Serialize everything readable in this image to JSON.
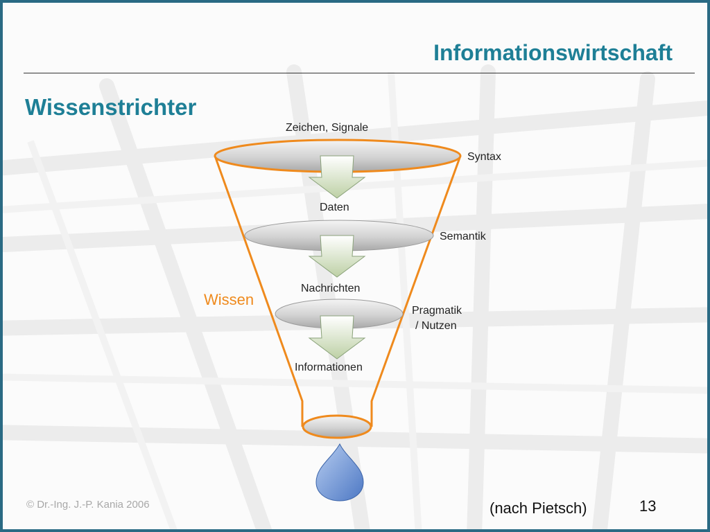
{
  "header": {
    "title": "Informationswirtschaft"
  },
  "slide": {
    "title": "Wissenstrichter"
  },
  "funnel": {
    "levels": [
      "Zeichen, Signale",
      "Daten",
      "Nachrichten",
      "Informationen"
    ],
    "side_labels": {
      "syntax": "Syntax",
      "semantik": "Semantik",
      "pragmatik_line1": "Pragmatik",
      "pragmatik_line2": "/ Nutzen"
    },
    "funnel_label": "Wissen"
  },
  "colors": {
    "accent": "#1e7f96",
    "frame": "#2a6a84",
    "funnel_outline": "#ef8a1d",
    "funnel_label": "#ef8a1d",
    "drop": "#6d94d4"
  },
  "footer": {
    "copyright": "©  Dr.-Ing. J.-P. Kania 2006",
    "source": "(nach Pietsch)",
    "page": "13"
  }
}
